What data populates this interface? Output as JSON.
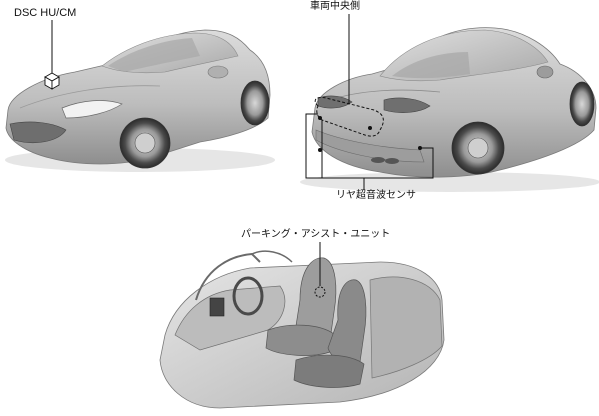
{
  "labels": {
    "dsc_hu_cm": "DSC HU/CM",
    "vehicle_center": "車両中央側",
    "rear_ultrasonic_sensor": "リヤ超音波センサ",
    "parking_assist_unit": "パーキング・アシスト・ユニット"
  },
  "colors": {
    "body_fill": "#c9c9c9",
    "body_shade": "#9c9c9c",
    "dark": "#555555",
    "line": "#222222"
  }
}
